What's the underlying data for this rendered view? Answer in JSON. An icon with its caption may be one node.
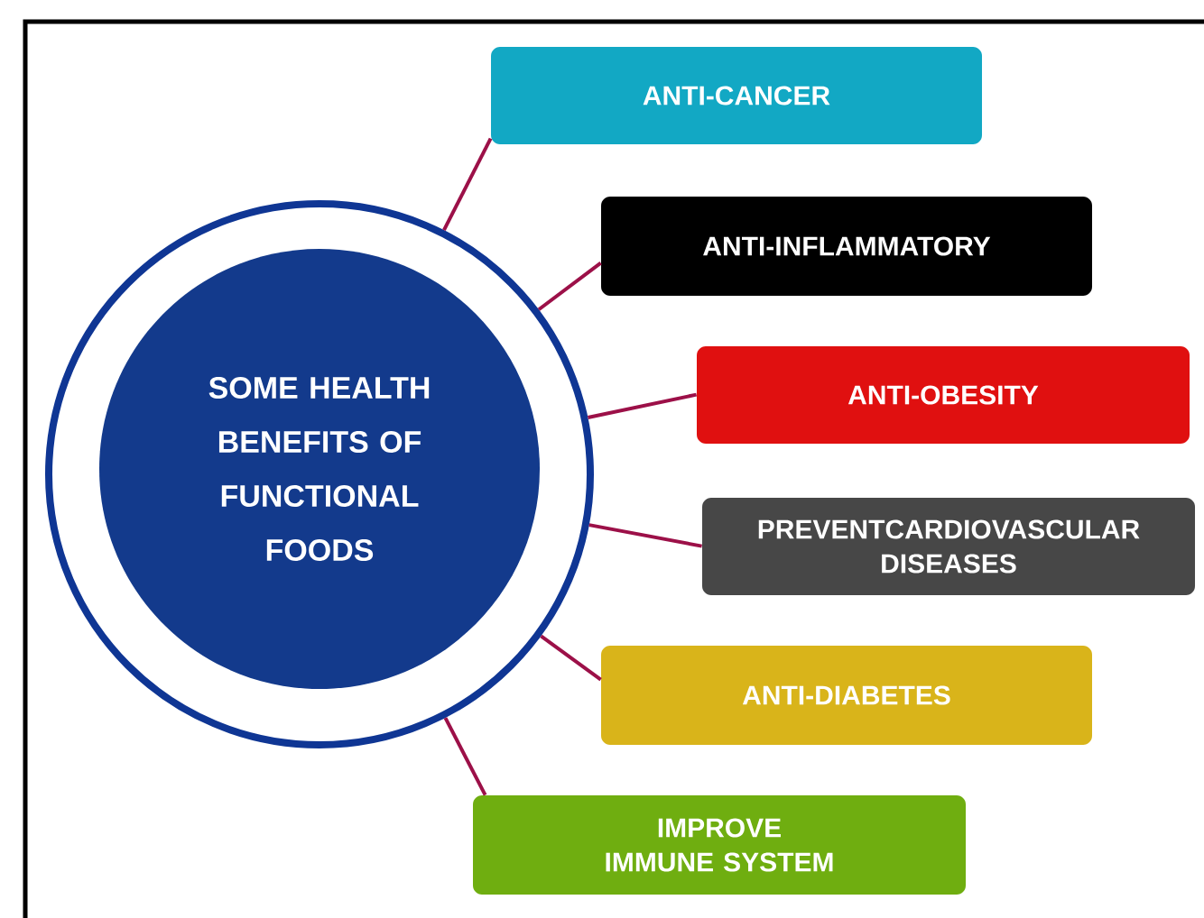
{
  "diagram": {
    "nodes": [
      {
        "text": [],
        "shape": "circle"
      },
      {
        "text": [
          "SOME HEALTH BENEFITS OF FUNCTIONAL FOODS"
        ],
        "in": 0
      },
      {
        "text": [
          "ANTI-CANCER"
        ]
      },
      {
        "text": [
          "ANTI-INFLAMMATORY"
        ]
      },
      {
        "text": [
          "ANTI-OBESITY"
        ]
      },
      {
        "text": [
          "PREVENTCARDIOVASCULAR DISEASES"
        ]
      },
      {
        "text": [
          "ANTI-DIABETES"
        ]
      },
      {
        "text": [
          "IMPROVE IMMUNE SYSTEM"
        ]
      }
    ],
    "edges": [
      {
        "from": 0,
        "to": 2,
        "arrow": "none"
      },
      {
        "from": 0,
        "to": 3,
        "arrow": "none"
      },
      {
        "from": 0,
        "to": 4,
        "arrow": "none"
      },
      {
        "from": 0,
        "to": 5,
        "arrow": "none"
      },
      {
        "from": 0,
        "to": 6,
        "arrow": "none"
      },
      {
        "from": 0,
        "to": 7,
        "arrow": "none"
      }
    ]
  }
}
